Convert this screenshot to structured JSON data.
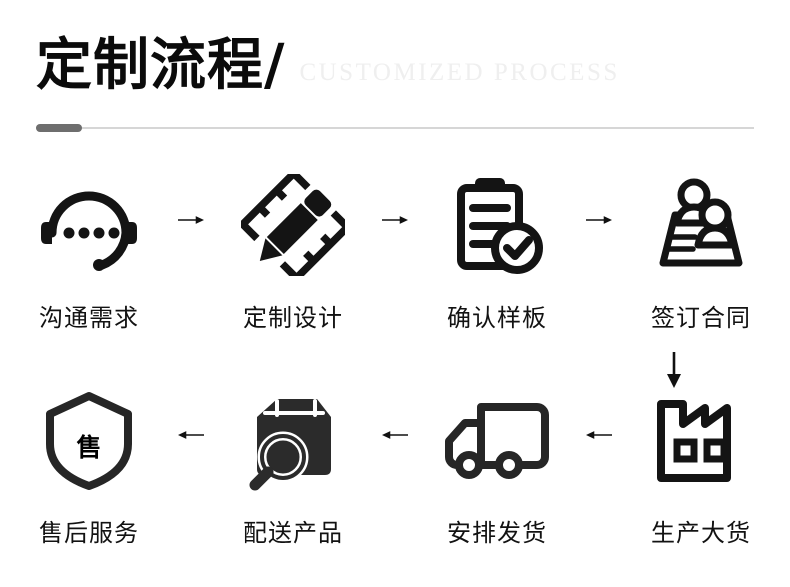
{
  "header": {
    "title_cn": "定制流程/",
    "title_en": "CUSTOMIZED PROCESS",
    "divider_accent_color": "#6e6e6e",
    "divider_line_color": "#d6d6d6",
    "title_color": "#0b0b0b",
    "subtitle_color": "#efefef"
  },
  "flow": {
    "row1_direction": "left-to-right",
    "row2_direction": "right-to-left",
    "connector_direction": "down",
    "steps_row1": [
      {
        "index": 1,
        "label": "沟通需求",
        "icon": "headset-icon"
      },
      {
        "index": 2,
        "label": "定制设计",
        "icon": "pencil-ruler-icon"
      },
      {
        "index": 3,
        "label": "确认样板",
        "icon": "clipboard-check-icon"
      },
      {
        "index": 4,
        "label": "签订合同",
        "icon": "contract-signing-icon"
      }
    ],
    "steps_row2": [
      {
        "index": 8,
        "label": "售后服务",
        "icon": "shield-service-icon",
        "shield_char": "售"
      },
      {
        "index": 7,
        "label": "配送产品",
        "icon": "package-search-icon"
      },
      {
        "index": 6,
        "label": "安排发货",
        "icon": "delivery-truck-icon"
      },
      {
        "index": 5,
        "label": "生产大货",
        "icon": "factory-icon"
      }
    ],
    "arrow_color": "#111111",
    "icon_color": "#141414",
    "label_color": "#121212"
  }
}
